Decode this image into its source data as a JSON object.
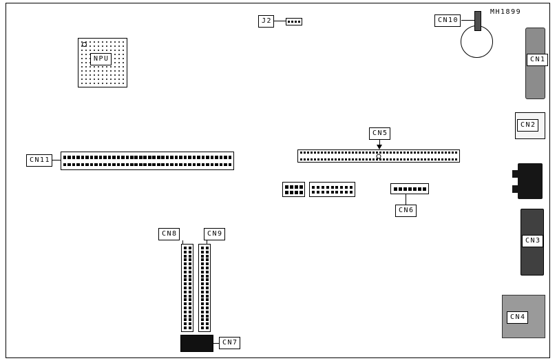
{
  "board": {
    "part_number": "MH1899",
    "labels": {
      "j2": "J2",
      "cn1": "CN1",
      "cn2": "CN2",
      "cn3": "CN3",
      "cn4": "CN4",
      "cn5": "CN5",
      "cn6": "CN6",
      "cn7": "CN7",
      "cn8": "CN8",
      "cn9": "CN9",
      "cn10": "CN10",
      "cn11": "CN11",
      "npu": "NPU"
    },
    "colors": {
      "outline": "#000000",
      "background": "#ffffff",
      "pin_fill": "#000000",
      "cn1_fill": "#8c8c8c",
      "cn2_fill": "#f5f5f5",
      "cn3_fill": "#404040",
      "cn4_fill": "#9a9a9a",
      "cn7_fill": "#111111",
      "audio_jack_fill": "#161616",
      "battery_terminal_fill": "#4f4f4f"
    }
  }
}
